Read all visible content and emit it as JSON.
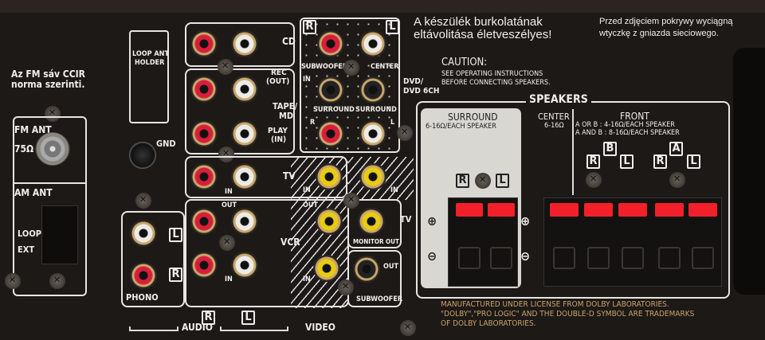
{
  "left": {
    "fm_note": "Az FM sáv CCIR",
    "fm_note2": "norma szerinti.",
    "fm_ant": "FM ANT",
    "fm_ohm": "75Ω",
    "am_ant": "AM ANT",
    "loop": "LOOP",
    "ext": "EXT",
    "loop_holder": "LOOP ANT",
    "loop_holder2": "HOLDER",
    "gnd": "GND"
  },
  "audio": {
    "cd": "CD",
    "rec": "REC",
    "rec_out": "(OUT)",
    "tape": "TAPE/",
    "md": "MD",
    "play": "PLAY",
    "play_in": "(IN)",
    "tv": "TV",
    "in": "IN",
    "out": "OUT",
    "vcr": "VCR",
    "phono": "PHONO",
    "audio": "AUDIO",
    "r": "R",
    "l": "L"
  },
  "dvd": {
    "r": "R",
    "l": "L",
    "subwoofer": "SUBWOOFER",
    "in": "IN",
    "center": "CENTER",
    "dvd": "DVD/",
    "dvd6ch": "DVD 6CH",
    "surround": "SURROUND"
  },
  "video": {
    "in": "IN",
    "out": "OUT",
    "tv": "TV",
    "monitor_out": "MONITOR OUT",
    "sub_out": "OUT",
    "subwoofer": "SUBWOOFER",
    "video": "VIDEO"
  },
  "warnings": {
    "hu1": "A készülék burkolatának",
    "hu2": "eltávolitása életveszélyes!",
    "pl1": "Przed zdjęciem pokrywy wyciągną",
    "pl2": "wtyczkę z gniazda sieciowego.",
    "caution": "CAUTION:",
    "c1": "SEE OPERATING INSTRUCTIONS",
    "c2": "BEFORE CONNECTING SPEAKERS."
  },
  "speakers": {
    "title": "SPEAKERS",
    "surround": "SURROUND",
    "surround_ohm": "6-16Ω/EACH SPEAKER",
    "center": "CENTER",
    "center_ohm": "6-16Ω",
    "front": "FRONT",
    "front1": "A OR B   : 4-16Ω/EACH SPEAKER",
    "front2": "A AND B : 8-16Ω/EACH SPEAKER",
    "a": "A",
    "b": "B",
    "r": "R",
    "l": "L",
    "plus": "⊕",
    "minus": "⊖"
  },
  "dolby": {
    "l1": "MANUFACTURED UNDER LICENSE FROM DOLBY LABORATORIES.",
    "l2": "\"DOLBY\",\"PRO LOGIC\" AND THE DOUBLE-D SYMBOL ARE TRADEMARKS",
    "l3": "OF DOLBY LABORATORIES."
  },
  "colors": {
    "panel": "#1d1917",
    "red_terminal": "#f2202a",
    "dolby_text": "#c9a46a"
  }
}
